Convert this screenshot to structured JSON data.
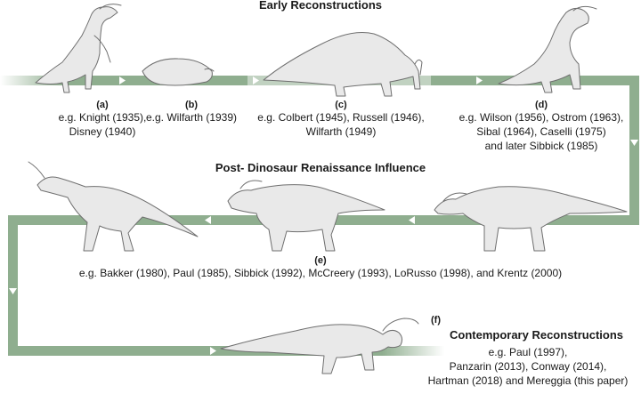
{
  "headings": {
    "early": "Early Reconstructions",
    "post": "Post- Dinosaur Renaissance Influence",
    "contemporary": "Contemporary Reconstructions"
  },
  "panels": [
    {
      "letter": "(a)",
      "caption": "e.g. Knight (1935),\nDisney (1940)"
    },
    {
      "letter": "(b)",
      "caption": "e.g. Wilfarth (1939)"
    },
    {
      "letter": "(c)",
      "caption": "e.g. Colbert (1945), Russell (1946),\nWilfarth (1949)"
    },
    {
      "letter": "(d)",
      "caption": "e.g. Wilson (1956), Ostrom (1963),\nSibal (1964), Caselli (1975)\nand later Sibbick (1985)"
    },
    {
      "letter": "(e)",
      "caption": "e.g. Bakker (1980), Paul (1985), Sibbick (1992), McCreery (1993), LoRusso (1998), and Krentz (2000)"
    },
    {
      "letter": "(f)",
      "caption": "e.g. Paul (1997),\nPanzarin (2013), Conway (2014),\nHartman (2018) and Mereggia (this paper)"
    }
  ],
  "colors": {
    "path": "#8fae8f",
    "path_dark": "#7a9c7a",
    "arrow": "#ffffff",
    "sketch_stroke": "#6f6f6f",
    "sketch_fill": "#e9e9e9",
    "text": "#1a1a1a"
  }
}
